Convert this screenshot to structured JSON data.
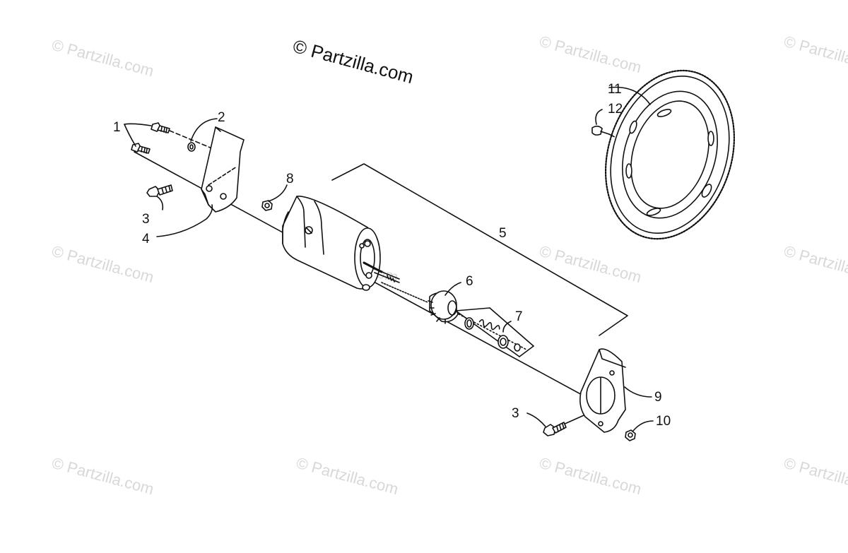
{
  "copyright": "© Partzilla.com",
  "watermark_text": "© Partzilla.com",
  "colors": {
    "ink": "#111111",
    "watermark": "#d6d6d6",
    "background": "#ffffff"
  },
  "callouts": {
    "c1": "1",
    "c2": "2",
    "c3a": "3",
    "c3b": "3",
    "c4": "4",
    "c5": "5",
    "c6": "6",
    "c7": "7",
    "c8": "8",
    "c9": "9",
    "c10": "10",
    "c11": "11",
    "c12": "12"
  }
}
